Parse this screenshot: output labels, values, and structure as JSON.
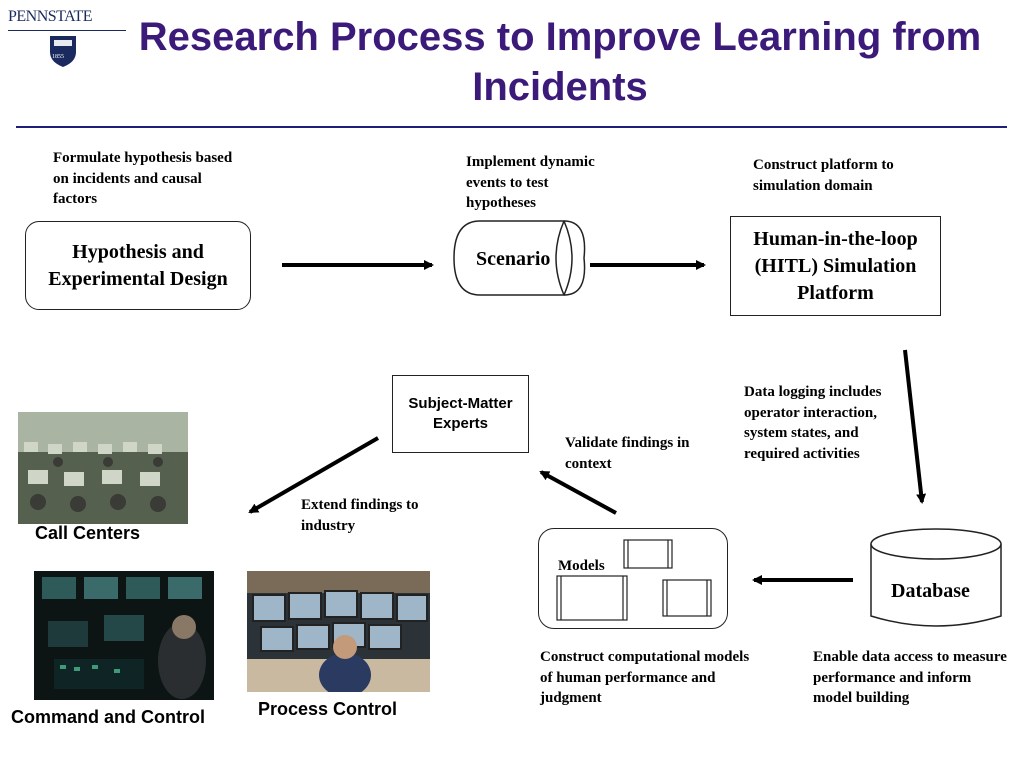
{
  "logo": {
    "text": "PENNSTATE",
    "year": "1855"
  },
  "title": "Research Process to Improve Learning from Incidents",
  "nodes": {
    "hypothesis": "Hypothesis and Experimental Design",
    "scenario": "Scenario",
    "hitl": "Human-in-the-loop (HITL) Simulation Platform",
    "database": "Database",
    "models": "Models",
    "sme": "Subject-Matter Experts"
  },
  "notes": {
    "formulate": "Formulate hypothesis based on incidents and causal factors",
    "implement": "Implement dynamic events to test hypotheses",
    "construct_platform": "Construct platform to simulation domain",
    "data_logging": "Data logging includes operator interaction, system states, and required activities",
    "validate": "Validate findings in context",
    "extend": "Extend findings to industry",
    "construct_models": "Construct computational models of human performance and judgment",
    "enable_access": "Enable data access to measure performance and inform model building"
  },
  "captions": {
    "call_centers": "Call Centers",
    "command_control": "Command and Control",
    "process_control": "Process Control"
  },
  "colors": {
    "title": "#3b1a7a",
    "rule": "#1f1f7a",
    "logo": "#1a2a5e"
  }
}
